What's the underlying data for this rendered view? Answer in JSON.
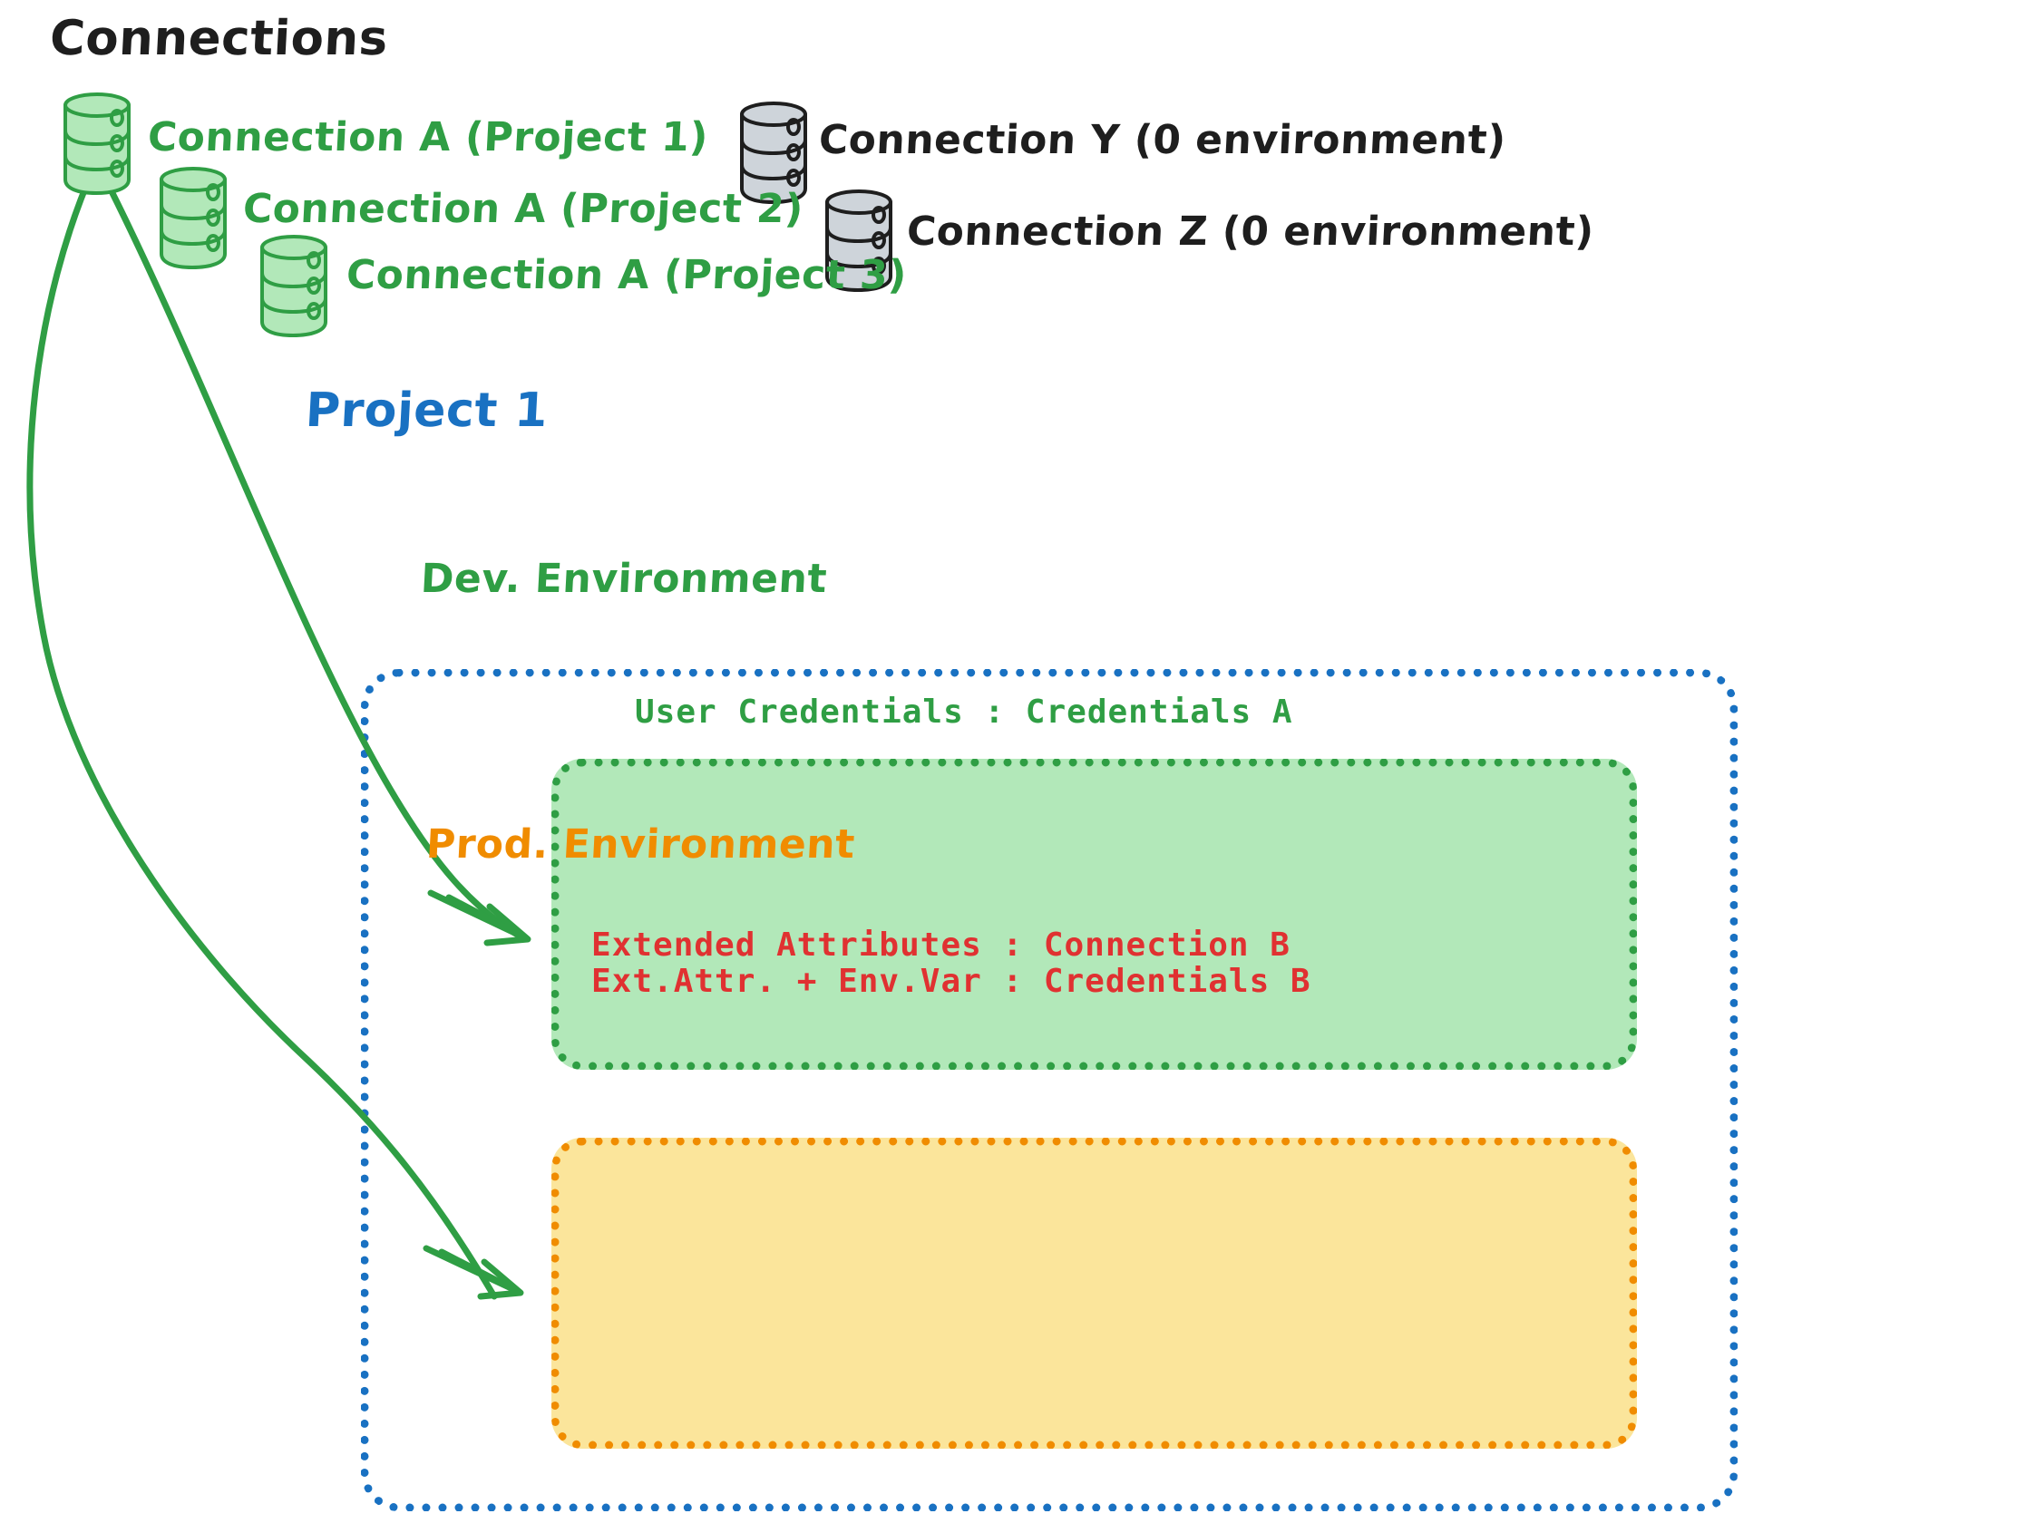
{
  "diagram": {
    "title": "Connections",
    "type": "architecture-diagram",
    "background_color": "#ffffff"
  },
  "colors": {
    "green_stroke": "#2f9e44",
    "green_fill": "#b2e8b9",
    "orange_stroke": "#f08c00",
    "orange_fill": "#fbe59b",
    "blue_stroke": "#1971c2",
    "red_text": "#e03131",
    "gray_stroke": "#1e1e1e",
    "gray_fill": "#ced4da"
  },
  "connections": {
    "heading": "Connections",
    "green_items": [
      {
        "label": "Connection A (Project 1)",
        "icon": "database-icon",
        "color": "green"
      },
      {
        "label": "Connection A (Project 2)",
        "icon": "database-icon",
        "color": "green"
      },
      {
        "label": "Connection A (Project 3)",
        "icon": "database-icon",
        "color": "green"
      }
    ],
    "gray_items": [
      {
        "label": "Connection Y (0 environment)",
        "icon": "database-icon",
        "color": "gray"
      },
      {
        "label": "Connection Z (0 environment)",
        "icon": "database-icon",
        "color": "gray"
      }
    ]
  },
  "project": {
    "title": "Project 1",
    "environments": [
      {
        "name": "Dev. Environment",
        "accent": "#2f9e44",
        "fill": "#b2e8b9",
        "entries": [
          "User Credentials : Credentials A"
        ]
      },
      {
        "name": "Prod. Environment",
        "accent": "#f08c00",
        "fill": "#fbe59b",
        "entries": [
          "Extended Attributes : Connection B",
          "Ext.Attr. + Env.Var : Credentials B"
        ]
      }
    ]
  },
  "arrows": [
    {
      "from": "Connection A (Project 1)",
      "to": "Dev. Environment",
      "color": "#2f9e44"
    },
    {
      "from": "Connection A (Project 1)",
      "to": "Prod. Environment",
      "color": "#2f9e44"
    }
  ]
}
